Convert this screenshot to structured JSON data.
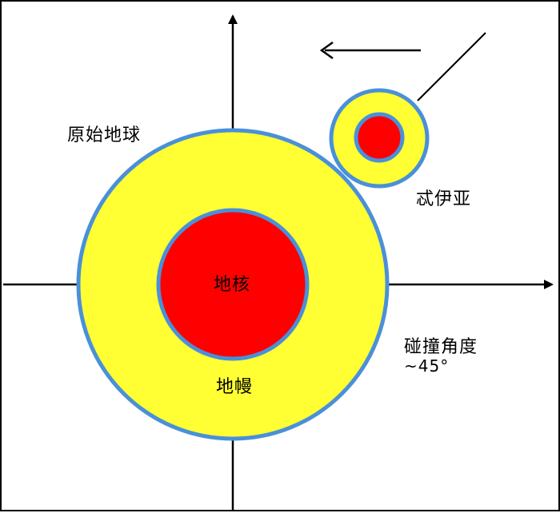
{
  "labels": {
    "primordial_earth": "原始地球",
    "theia": "忒伊亚",
    "core": "地核",
    "mantle": "地幔",
    "impact_angle": "碰撞角度",
    "impact_angle_value": "~45°"
  },
  "colors": {
    "mantle": "#ffff33",
    "core": "#ff0000",
    "outline": "#4a90d9",
    "axes": "#000000",
    "background": "#ffffff"
  },
  "icons": {
    "motion_arrow": "arrow-left-icon"
  }
}
